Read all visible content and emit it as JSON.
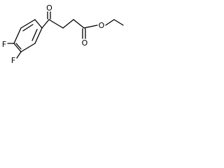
{
  "molecule": {
    "atom_labels": {
      "ketone_oxygen": "O",
      "carbonyl_oxygen": "O",
      "ester_oxygen": "O",
      "fluorine_top": "F",
      "fluorine_bottom": "F"
    },
    "colors": {
      "bond": "#000000",
      "label": "#000000",
      "background": "#ffffff"
    }
  }
}
